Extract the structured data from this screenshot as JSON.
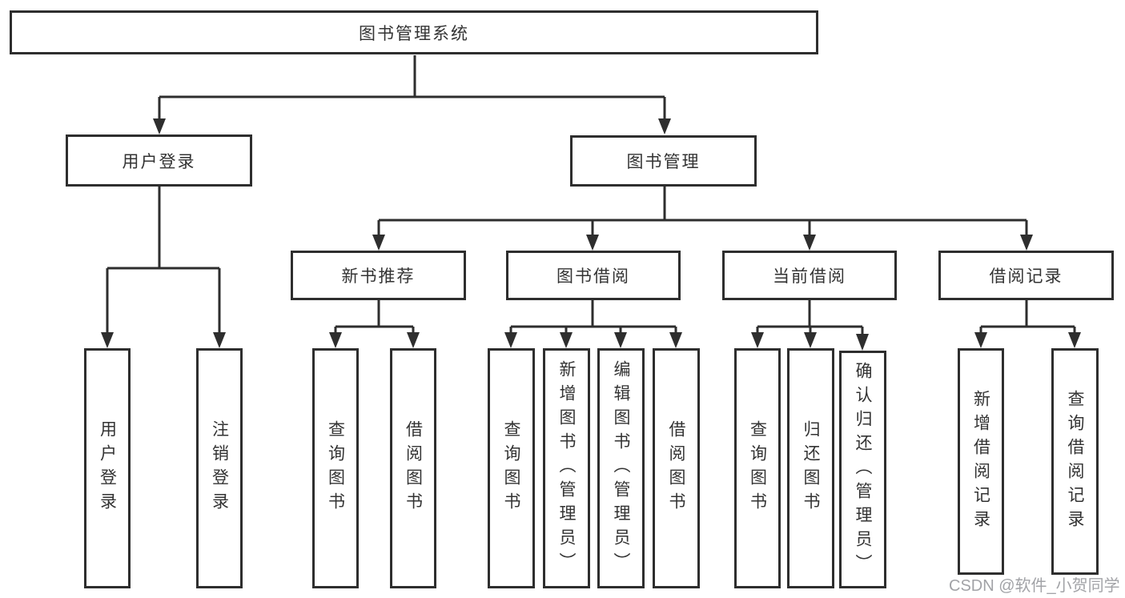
{
  "diagram": {
    "type": "hierarchy-tree",
    "colors": {
      "line": "#2e2e2e",
      "box_border": "#2e2e2e",
      "box_fill": "#ffffff",
      "text": "#333333",
      "watermark": "#a2a3a7"
    },
    "root": {
      "label": "图书管理系统"
    },
    "level2": [
      {
        "id": "user-login",
        "label": "用户登录"
      },
      {
        "id": "book-management",
        "label": "图书管理"
      }
    ],
    "level3": [
      {
        "id": "new-book-recommend",
        "label": "新书推荐"
      },
      {
        "id": "book-borrow",
        "label": "图书借阅"
      },
      {
        "id": "current-borrow",
        "label": "当前借阅"
      },
      {
        "id": "borrow-record",
        "label": "借阅记录"
      }
    ],
    "leaves": {
      "user_login": [
        "用户登录",
        "注销登录"
      ],
      "new_book": [
        "查询图书",
        "借阅图书"
      ],
      "book_borrow": [
        "查询图书",
        "新增图书（管理员）",
        "编辑图书（管理员）",
        "借阅图书"
      ],
      "current_borrow": [
        "查询图书",
        "归还图书",
        "确认归还（管理员）"
      ],
      "borrow_record": [
        "新增借阅记录",
        "查询借阅记录"
      ]
    }
  },
  "watermark": {
    "text": "CSDN @软件_小贺同学"
  }
}
